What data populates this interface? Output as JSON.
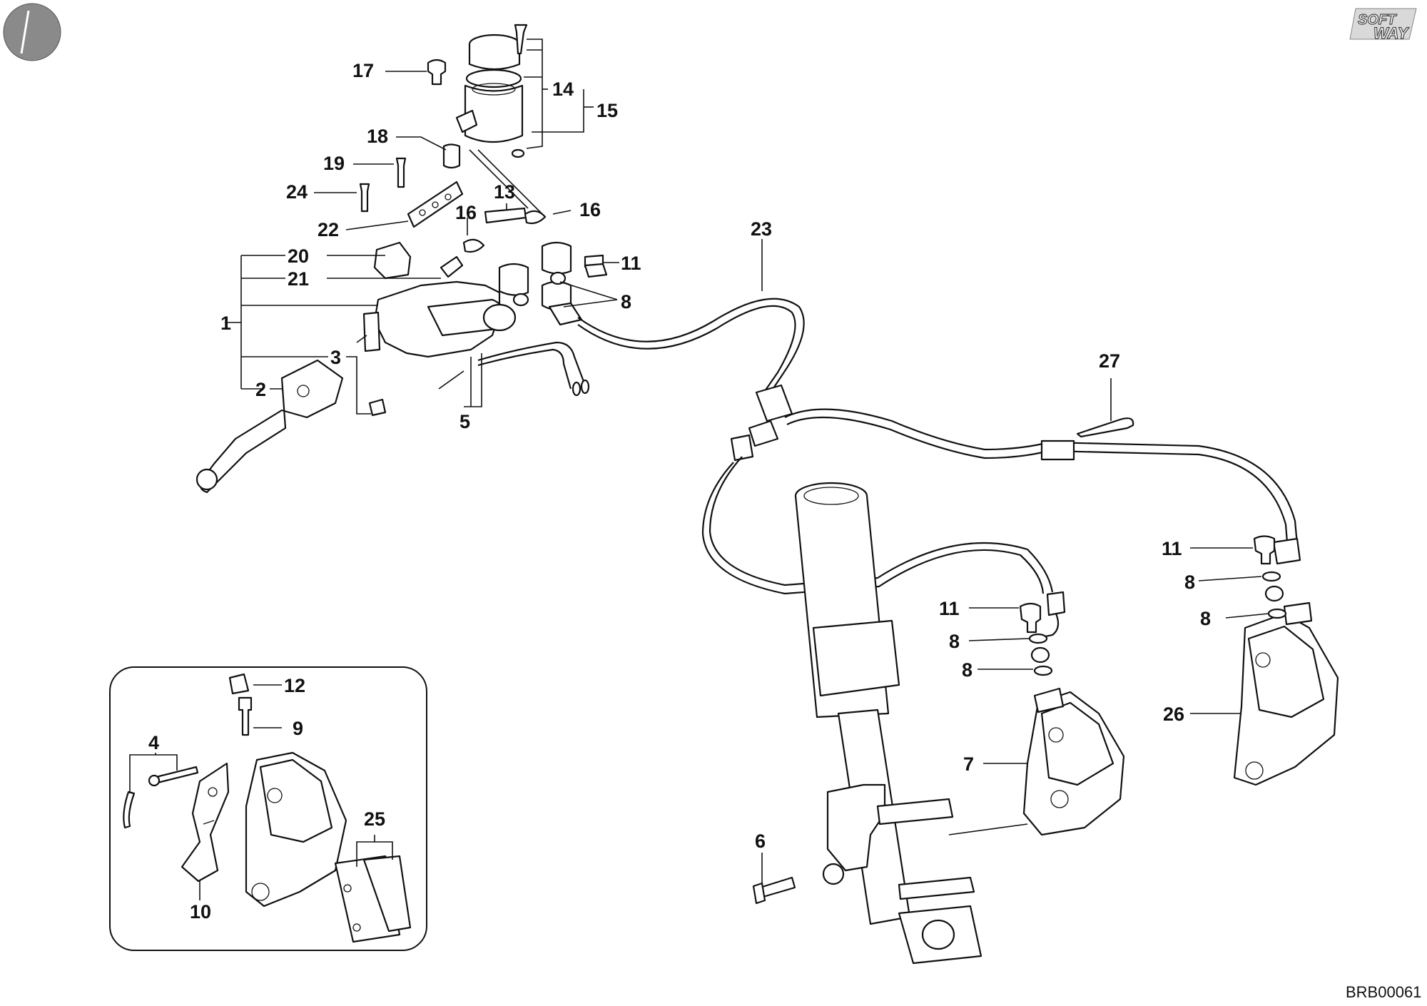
{
  "drawing_code": "BRB00061",
  "logo": {
    "line1": "SOFT",
    "line2": "WAY"
  },
  "callouts": {
    "n1": "1",
    "n2": "2",
    "n3": "3",
    "n4": "4",
    "n5": "5",
    "n6": "6",
    "n7": "7",
    "n8a": "8",
    "n8b": "8",
    "n8c": "8",
    "n8d": "8",
    "n8e": "8",
    "n9": "9",
    "n10": "10",
    "n11a": "11",
    "n11b": "11",
    "n11c": "11",
    "n12": "12",
    "n13": "13",
    "n14": "14",
    "n15": "15",
    "n16a": "16",
    "n16b": "16",
    "n17": "17",
    "n18": "18",
    "n19": "19",
    "n20": "20",
    "n21": "21",
    "n22": "22",
    "n23": "23",
    "n24": "24",
    "n25": "25",
    "n26": "26",
    "n27": "27"
  }
}
